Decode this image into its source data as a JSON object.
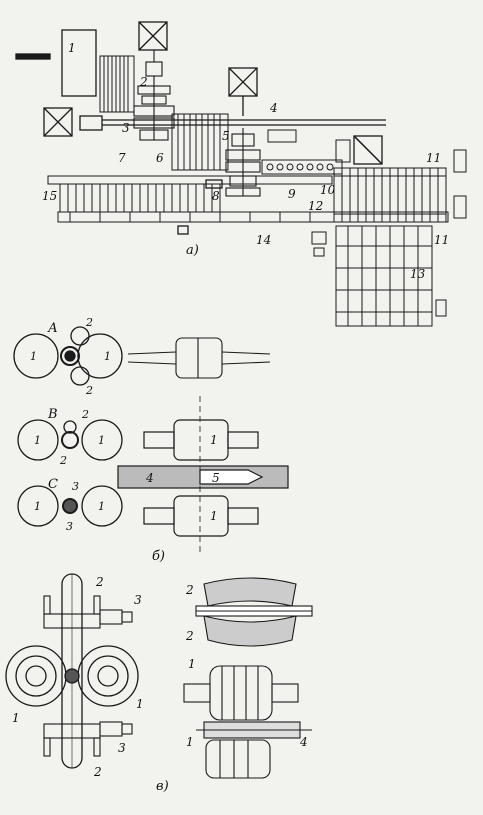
{
  "panels": {
    "a": {
      "caption": "а)",
      "labels": [
        "1",
        "2",
        "3",
        "4",
        "5",
        "6",
        "7",
        "8",
        "9",
        "10",
        "11",
        "11",
        "12",
        "13",
        "14",
        "15"
      ]
    },
    "b": {
      "caption": "б)",
      "stand_letters": [
        "А",
        "В",
        "С"
      ],
      "roll_labels_left": [
        "1",
        "1",
        "2",
        "2",
        "1",
        "1",
        "2",
        "2",
        "1",
        "1",
        "3",
        "3"
      ],
      "section_labels": [
        "1",
        "4",
        "5",
        "1"
      ]
    },
    "c": {
      "caption": "в)",
      "labels_left": [
        "2",
        "3",
        "1",
        "1",
        "3",
        "2"
      ],
      "labels_right": [
        "2",
        "2",
        "1",
        "1",
        "4"
      ]
    }
  }
}
